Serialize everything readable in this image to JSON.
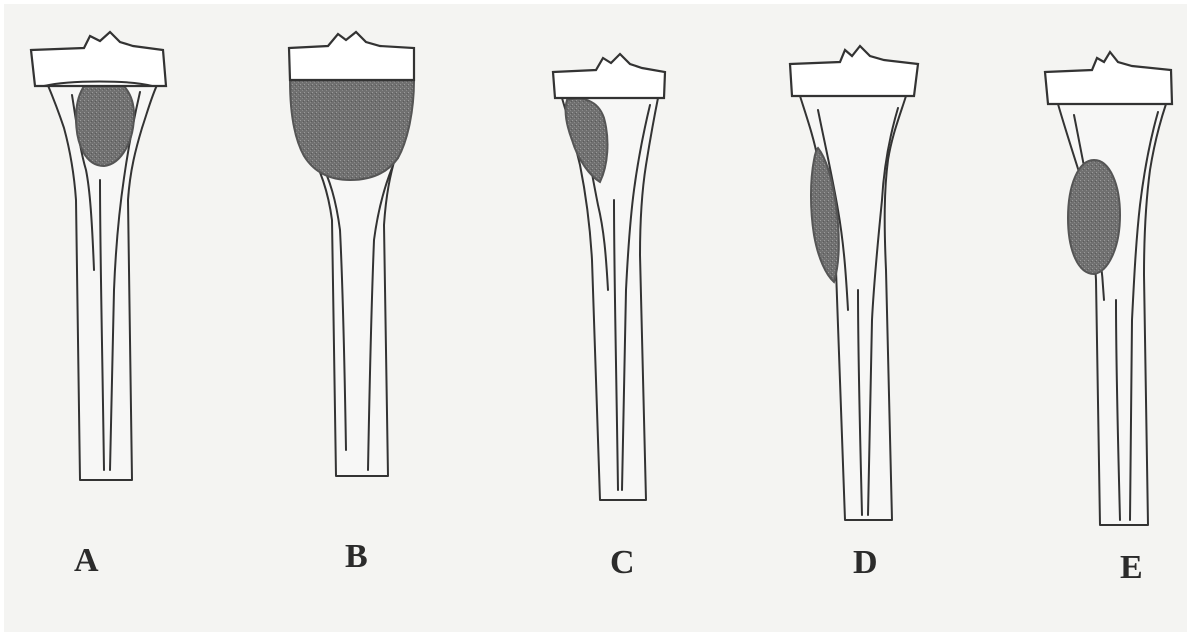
{
  "figure": {
    "background_color": "#f4f4f2",
    "line_color": "#333333",
    "lesion_color": "#6e6e6e"
  },
  "panels": [
    {
      "label": "A"
    },
    {
      "label": "B"
    },
    {
      "label": "C"
    },
    {
      "label": "D"
    },
    {
      "label": "E"
    }
  ]
}
